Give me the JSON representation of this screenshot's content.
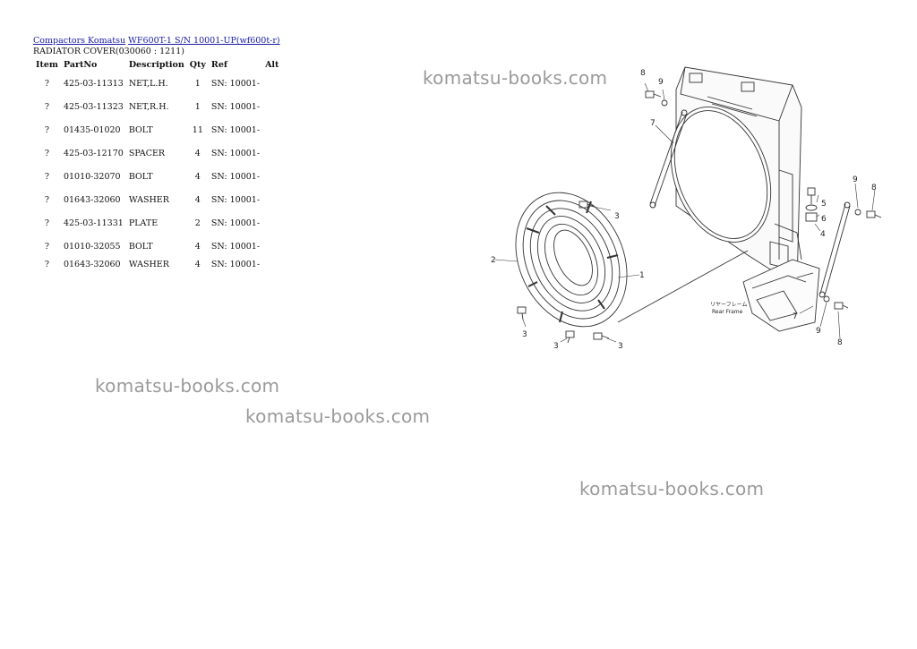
{
  "breadcrumb": {
    "link1": "Compactors Komatsu",
    "link2": "WF600T-1 S/N 10001-UP(wf600t-r)"
  },
  "page": {
    "subtitle": "RADIATOR COVER(030060 : 1211)"
  },
  "table": {
    "headers": [
      "Item",
      "PartNo",
      "Description",
      "Qty",
      "Ref",
      "Alt"
    ],
    "rows": [
      {
        "item": "?",
        "part_no": "425-03-11313",
        "description": "NET,L.H.",
        "qty": "1",
        "ref": "SN: 10001-",
        "alt": ""
      },
      {
        "item": "?",
        "part_no": "425-03-11323",
        "description": "NET,R.H.",
        "qty": "1",
        "ref": "SN: 10001-",
        "alt": ""
      },
      {
        "item": "?",
        "part_no": "01435-01020",
        "description": "BOLT",
        "qty": "11",
        "ref": "SN: 10001-",
        "alt": ""
      },
      {
        "item": "?",
        "part_no": "425-03-12170",
        "description": "SPACER",
        "qty": "4",
        "ref": "SN: 10001-",
        "alt": ""
      },
      {
        "item": "?",
        "part_no": "01010-32070",
        "description": "BOLT",
        "qty": "4",
        "ref": "SN: 10001-",
        "alt": ""
      },
      {
        "item": "?",
        "part_no": "01643-32060",
        "description": "WASHER",
        "qty": "4",
        "ref": "SN: 10001-",
        "alt": ""
      },
      {
        "item": "?",
        "part_no": "425-03-11331",
        "description": "PLATE",
        "qty": "2",
        "ref": "SN: 10001-",
        "alt": ""
      },
      {
        "item": "?",
        "part_no": "01010-32055",
        "description": "BOLT",
        "qty": "4",
        "ref": "SN: 10001-",
        "alt": ""
      },
      {
        "item": "?",
        "part_no": "01643-32060",
        "description": "WASHER",
        "qty": "4",
        "ref": "SN: 10001-",
        "alt": ""
      }
    ]
  },
  "watermarks": [
    "komatsu-books.com",
    "komatsu-books.com",
    "komatsu-books.com",
    "komatsu-books.com"
  ],
  "diagram": {
    "callouts": [
      "1",
      "2",
      "3",
      "3",
      "3",
      "3",
      "4",
      "5",
      "6",
      "7",
      "7",
      "8",
      "8",
      "8",
      "9",
      "9",
      "9"
    ],
    "frame_label_jp": "リヤーフレーム",
    "frame_label_en": "Rear Frame"
  },
  "colors": {
    "link": "#1a1aa6",
    "watermark": "#9a9a9a"
  }
}
